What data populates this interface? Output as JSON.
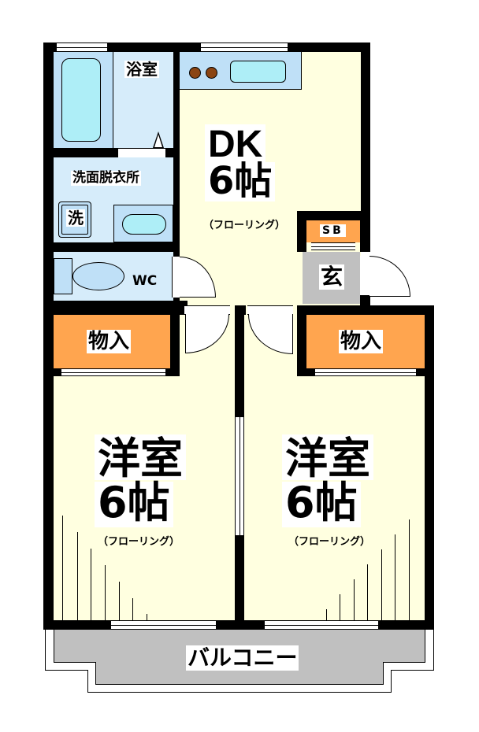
{
  "floorplan": {
    "rooms": {
      "bath": {
        "label": "浴室"
      },
      "dk": {
        "label_line1": "DK",
        "label_line2": "6帖",
        "floor": "（フローリング）"
      },
      "washroom": {
        "label": "洗面脱衣所",
        "washer": "洗"
      },
      "wc": {
        "label": "WC"
      },
      "shoebox": {
        "label": "SB"
      },
      "entrance": {
        "label": "玄"
      },
      "closet_left": {
        "label": "物入"
      },
      "closet_right": {
        "label": "物入"
      },
      "western_left": {
        "label_line1": "洋室",
        "label_line2": "6帖",
        "floor": "（フローリング）"
      },
      "western_right": {
        "label_line1": "洋室",
        "label_line2": "6帖",
        "floor": "（フローリング）"
      },
      "balcony": {
        "label": "バルコニー"
      }
    },
    "colors": {
      "wall": "#000000",
      "floor_room": "#FFFFE0",
      "wet_area": "#D6ECFA",
      "fixture_blue": "#BFE0F7",
      "tub_cyan": "#AEEEF7",
      "closet_orange": "#FFA54F",
      "entrance_gray": "#C0C0C0",
      "balcony_gray": "#C0C0C0",
      "stove_brown": "#8B4513"
    }
  }
}
